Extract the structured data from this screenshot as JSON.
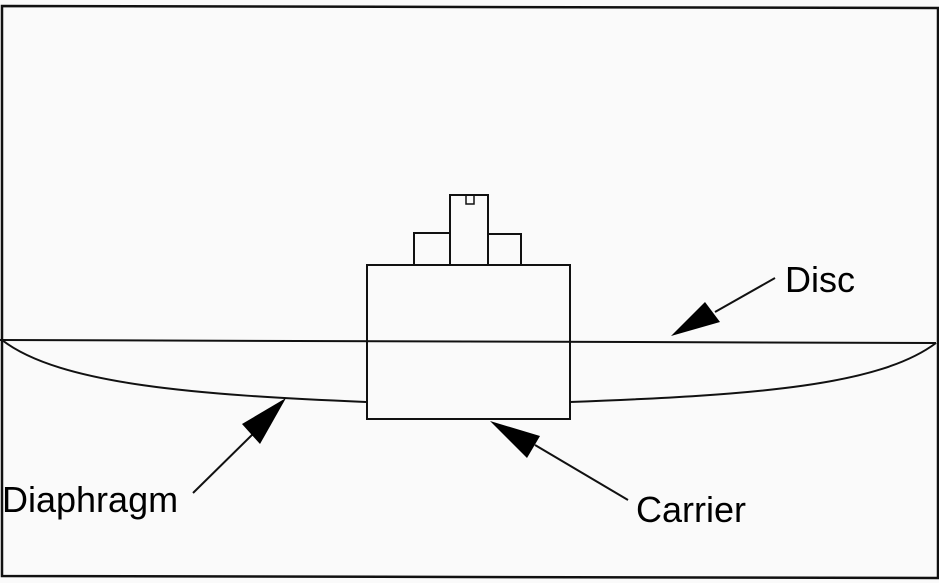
{
  "diagram": {
    "labels": {
      "disc": "Disc",
      "diaphragm": "Diaphragm",
      "carrier": "Carrier"
    },
    "colors": {
      "stroke": "#111111",
      "background": "#fafafa"
    }
  }
}
